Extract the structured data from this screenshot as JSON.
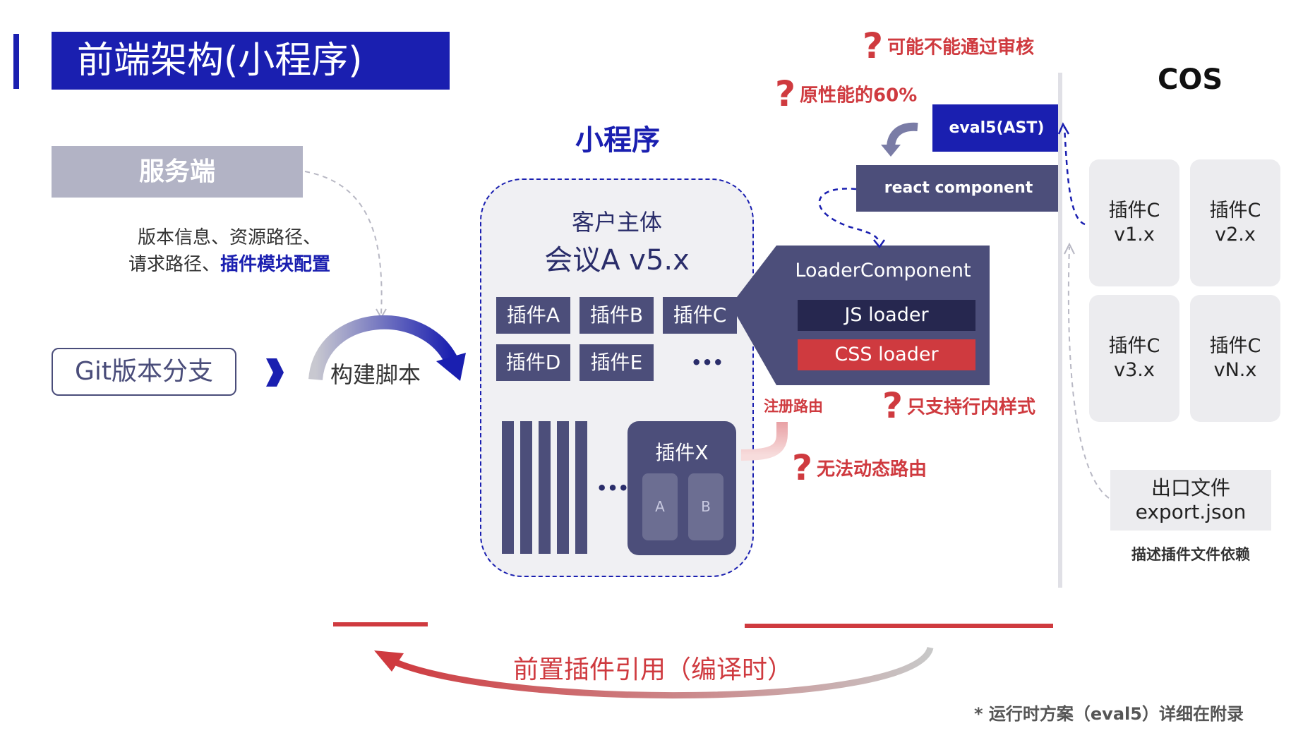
{
  "title": "前端架构(小程序)",
  "server": {
    "label": "服务端",
    "info_line1": "版本信息、资源路径、",
    "info_line2_prefix": "请求路径、",
    "info_line2_highlight": "插件模块配置"
  },
  "git_branch": "Git版本分支",
  "build_script": "构建脚本",
  "mini_program": {
    "title": "小程序",
    "client": "客户主体",
    "meeting": "会议A v5.x",
    "plugins": [
      "插件A",
      "插件B",
      "插件C",
      "插件D",
      "插件E"
    ],
    "ellipsis": "•••",
    "plugin_x": "插件X",
    "sub_a": "A",
    "sub_b": "B"
  },
  "loader": {
    "title": "LoaderComponent",
    "js": "JS loader",
    "css": "CSS loader"
  },
  "react_component": "react component",
  "eval5": "eval5(AST)",
  "questions": {
    "mark": "?",
    "review": "可能不能通过审核",
    "performance": "原性能的60%",
    "inline_style": "只支持行内样式",
    "dynamic_route": "无法动态路由"
  },
  "register_route": "注册路由",
  "cos": {
    "title": "COS",
    "cells": [
      {
        "name": "插件C",
        "version": "v1.x"
      },
      {
        "name": "插件C",
        "version": "v2.x"
      },
      {
        "name": "插件C",
        "version": "v3.x"
      },
      {
        "name": "插件C",
        "version": "vN.x"
      }
    ],
    "export_line1": "出口文件",
    "export_line2": "export.json",
    "export_desc": "描述插件文件依赖"
  },
  "preload": "前置插件引用（编译时）",
  "footnote": "* 运行时方案（eval5）详细在附录",
  "colors": {
    "brand_blue": "#1a1fb0",
    "slate": "#4c4e7a",
    "red": "#cf3a3f",
    "grey_box": "#b2b3c5"
  }
}
